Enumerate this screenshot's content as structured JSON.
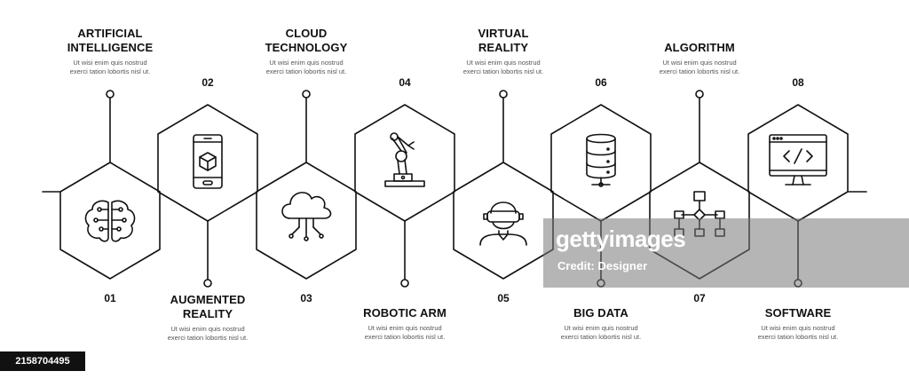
{
  "items": [
    {
      "num": "01",
      "title": "ARTIFICIAL INTELLIGENCE",
      "desc": "Ut wisi enim quis nostrud exerci tation lobortis nisl ut.",
      "icon": "brain-icon"
    },
    {
      "num": "02",
      "title": "AUGMENTED REALITY",
      "desc": "Ut wisi enim quis nostrud exerci tation lobortis nisl ut.",
      "icon": "smartphone-cube-icon"
    },
    {
      "num": "03",
      "title": "CLOUD TECHNOLOGY",
      "desc": "Ut wisi enim quis nostrud exerci tation lobortis nisl ut.",
      "icon": "cloud-network-icon"
    },
    {
      "num": "04",
      "title": "ROBOTIC ARM",
      "desc": "Ut wisi enim quis nostrud exerci tation lobortis nisl ut.",
      "icon": "robotic-arm-icon"
    },
    {
      "num": "05",
      "title": "VIRTUAL REALITY",
      "desc": "Ut wisi enim quis nostrud exerci tation lobortis nisl ut.",
      "icon": "vr-headset-user-icon"
    },
    {
      "num": "06",
      "title": "BIG DATA",
      "desc": "Ut wisi enim quis nostrud exerci tation lobortis nisl ut.",
      "icon": "database-icon"
    },
    {
      "num": "07",
      "title": "ALGORITHM",
      "desc": "Ut wisi enim quis nostrud exerci tation lobortis nisl ut.",
      "icon": "flowchart-icon"
    },
    {
      "num": "08",
      "title": "SOFTWARE",
      "desc": "Ut wisi enim quis nostrud exerci tation lobortis nisl ut.",
      "icon": "code-monitor-icon"
    }
  ],
  "watermark": {
    "brand": "gettyimages",
    "credit": "Credit: Designer"
  },
  "image_id": "2158704495"
}
